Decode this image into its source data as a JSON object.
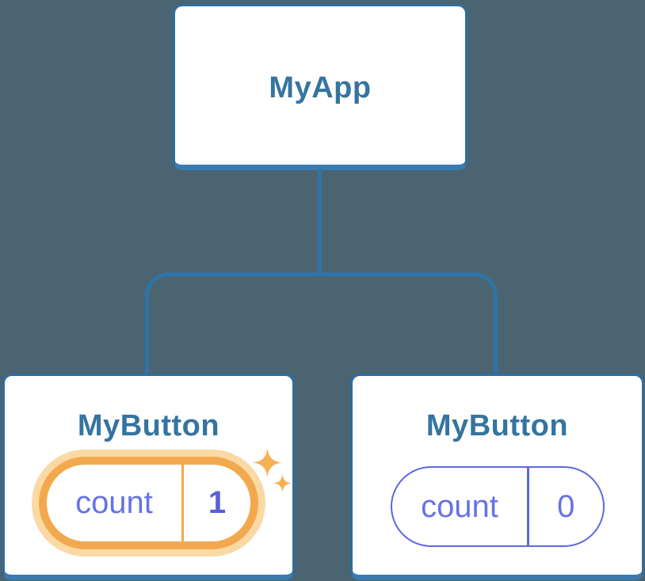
{
  "diagram": {
    "type": "component-tree",
    "root": {
      "label": "MyApp"
    },
    "children": [
      {
        "label": "MyButton",
        "highlighted": true,
        "state": {
          "key": "count",
          "value": "1"
        }
      },
      {
        "label": "MyButton",
        "highlighted": false,
        "state": {
          "key": "count",
          "value": "0"
        }
      }
    ]
  },
  "colors": {
    "background": "#4a6571",
    "node_fill": "#ffffff",
    "node_border": "#2d6da1",
    "node_border_bottom": "#3a7cb1",
    "node_text": "#35749f",
    "connector": "#2e74a8",
    "highlight_ring": "#f2a94e",
    "highlight_halo": "#fbd9a4",
    "sparkle": "#f6b155",
    "state_border": "#5d68de",
    "state_text": "#6673e3",
    "state_value_highlight": "#5a5fd6"
  },
  "icons": {
    "sparkle_large": "sparkle-icon",
    "sparkle_small": "sparkle-icon"
  }
}
